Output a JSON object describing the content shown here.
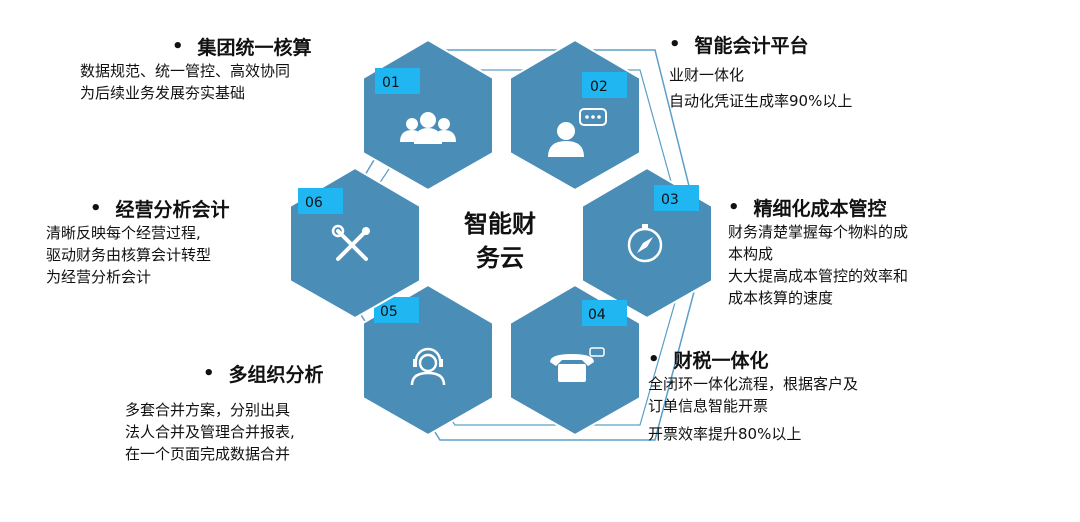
{
  "center": {
    "line1": "智能财",
    "line2": "务云"
  },
  "colors": {
    "hex_fill": "#4a8db6",
    "tab_fill": "#1fb6f2",
    "outline": "#5aa0c8"
  },
  "modules": [
    {
      "number": "01",
      "icon": "people-group-icon",
      "title": "集团统一核算",
      "lines": [
        "数据规范、统一管控、高效协同",
        "为后续业务发展夯实基础"
      ]
    },
    {
      "number": "02",
      "icon": "user-chat-icon",
      "title": "智能会计平台",
      "lines": [
        "业财一体化",
        "自动化凭证生成率90%以上"
      ]
    },
    {
      "number": "03",
      "icon": "compass-icon",
      "title": "精细化成本管控",
      "lines": [
        "财务清楚掌握每个物料的成",
        "本构成",
        "大大提高成本管控的效率和",
        "成本核算的速度"
      ]
    },
    {
      "number": "04",
      "icon": "telephone-icon",
      "title": "财税一体化",
      "lines": [
        "全闭环一体化流程，根据客户及",
        "订单信息智能开票",
        "开票效率提升80%以上"
      ]
    },
    {
      "number": "05",
      "icon": "headset-user-icon",
      "title": "多组织分析",
      "lines": [
        "多套合并方案，分别出具",
        "法人合并及管理合并报表,",
        "在一个页面完成数据合并"
      ]
    },
    {
      "number": "06",
      "icon": "tools-icon",
      "title": "经营分析会计",
      "lines": [
        "清晰反映每个经营过程,",
        "驱动财务由核算会计转型",
        "为经营分析会计"
      ]
    }
  ]
}
